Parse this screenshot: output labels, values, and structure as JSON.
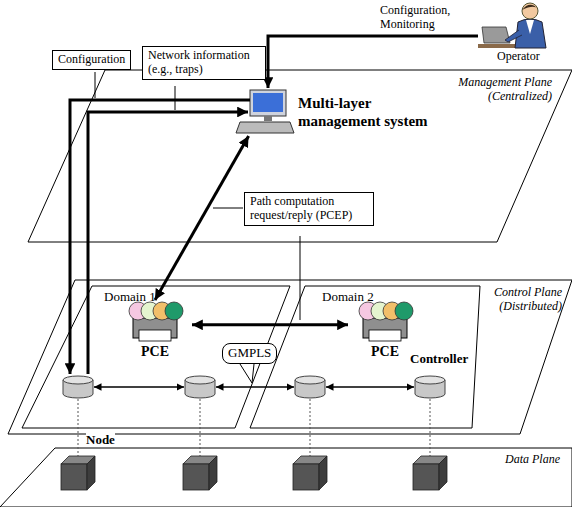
{
  "diagram": {
    "nodes": [
      {
        "text": [
          "Management Plane (Centralized)"
        ]
      },
      {
        "text": [
          "Multi-layer management system"
        ],
        "in": 0
      },
      {
        "text": [
          "Configuration"
        ]
      },
      {
        "text": [
          "Network information (e.g., traps)"
        ]
      },
      {
        "text": [
          "Path computation request/reply (PCEP)"
        ]
      },
      {
        "text": [
          "Control Plane (Distributed)"
        ]
      },
      {
        "text": [
          "Domain 1"
        ],
        "in": 5
      },
      {
        "text": [
          "Domain 2"
        ],
        "in": 5
      },
      {
        "text": [
          "PCE"
        ],
        "in": 6
      },
      {
        "text": [
          "PCE"
        ],
        "in": 7
      },
      {
        "text": [
          "GMPLS"
        ]
      },
      {
        "text": [
          "Data Plane"
        ]
      }
    ],
    "edges": [
      {
        "from": 1,
        "to": 8,
        "arrow": "both"
      },
      {
        "from": 8,
        "to": 9,
        "arrow": "both"
      }
    ],
    "labels": [
      "Configuration, Monitoring",
      "Operator",
      "Controller",
      "Node"
    ]
  }
}
